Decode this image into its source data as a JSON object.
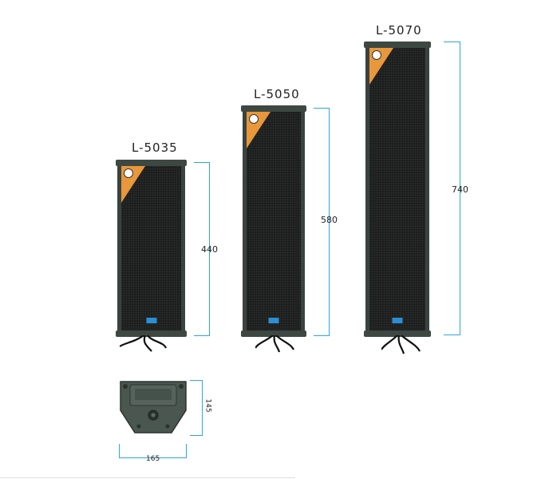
{
  "speakers": [
    {
      "model": "L-5035",
      "height_dim": "440"
    },
    {
      "model": "L-5050",
      "height_dim": "580"
    },
    {
      "model": "L-5070",
      "height_dim": "740"
    }
  ],
  "base": {
    "width_dim": "165",
    "depth_dim": "145"
  },
  "colors": {
    "accent": "#2aa7e0",
    "grille": "#1c1e1d",
    "frame": "#39433f",
    "corner": "#e8973a",
    "badge": "#2a8fd6"
  }
}
